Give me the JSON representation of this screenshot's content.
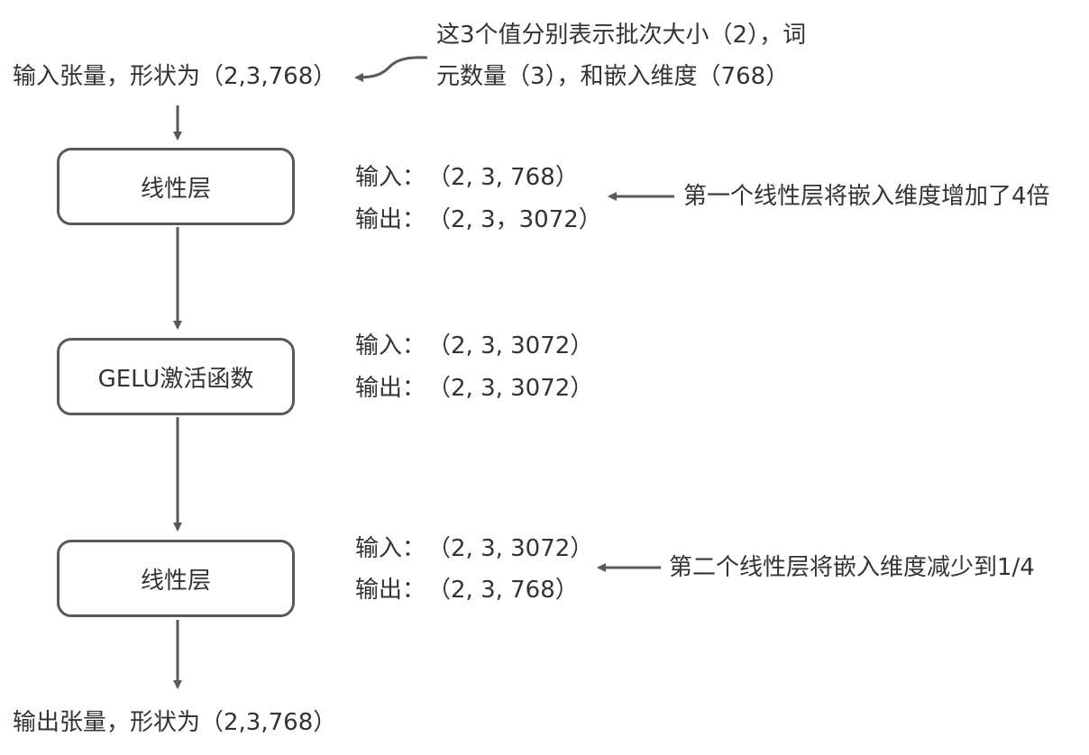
{
  "input_tensor": {
    "label": "输入张量，形状为（2,3,768）",
    "note_line1": "这3个值分别表示批次大小（2），词",
    "note_line2": "元数量（3），和嵌入维度（768）"
  },
  "layers": [
    {
      "label": "线性层",
      "input_label": "输入：",
      "input_shape": "（2, 3, 768）",
      "output_label": "输出：",
      "output_shape": "（2, 3，3072）",
      "note": "第一个线性层将嵌入维度增加了4倍"
    },
    {
      "label": "GELU激活函数",
      "input_label": "输入：",
      "input_shape": "（2, 3, 3072）",
      "output_label": "输出：",
      "output_shape": "（2, 3, 3072）"
    },
    {
      "label": "线性层",
      "input_label": "输入：",
      "input_shape": "（2, 3, 3072）",
      "output_label": "输出：",
      "output_shape": "（2, 3, 768）",
      "note": "第二个线性层将嵌入维度减少到1/4"
    }
  ],
  "output_tensor": {
    "label": "输出张量，形状为（2,3,768）"
  },
  "colors": {
    "arrow": "#595959",
    "text": "#333333",
    "box_border": "#595959"
  }
}
